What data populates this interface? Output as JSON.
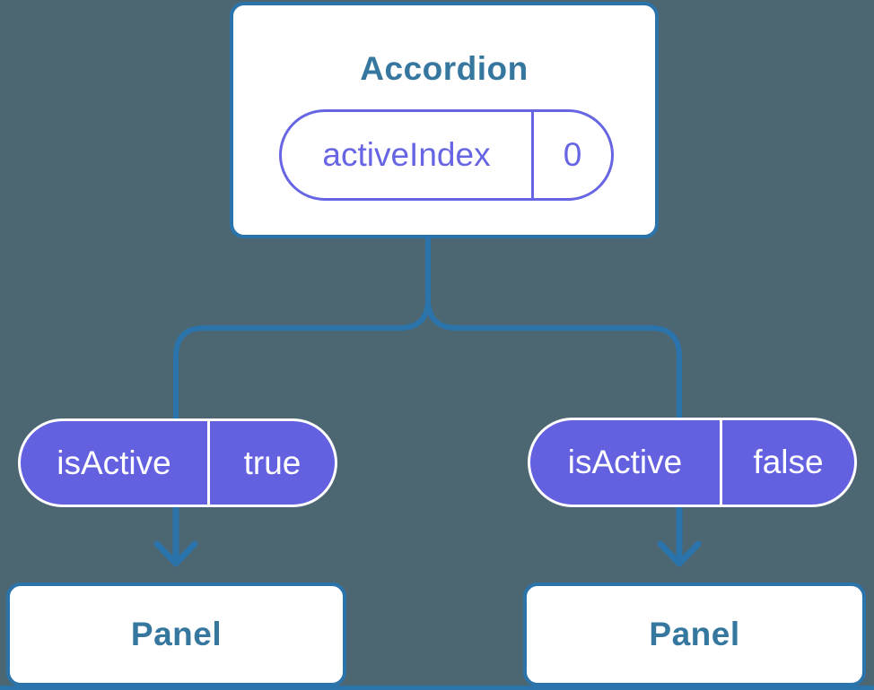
{
  "diagram": {
    "type": "component-state-tree",
    "root": {
      "title": "Accordion",
      "state_pill": {
        "label": "activeIndex",
        "value": "0"
      }
    },
    "branches": [
      {
        "prop_pill": {
          "label": "isActive",
          "value": "true"
        },
        "child": {
          "title": "Panel"
        }
      },
      {
        "prop_pill": {
          "label": "isActive",
          "value": "false"
        },
        "child": {
          "title": "Panel"
        }
      }
    ]
  },
  "colors": {
    "background": "#4c6672",
    "connector_blue": "#2b74ab",
    "node_text_blue": "#35779f",
    "state_purple": "#6765e3",
    "prop_pill_fill": "#6361e0",
    "node_fill": "#ffffff"
  }
}
